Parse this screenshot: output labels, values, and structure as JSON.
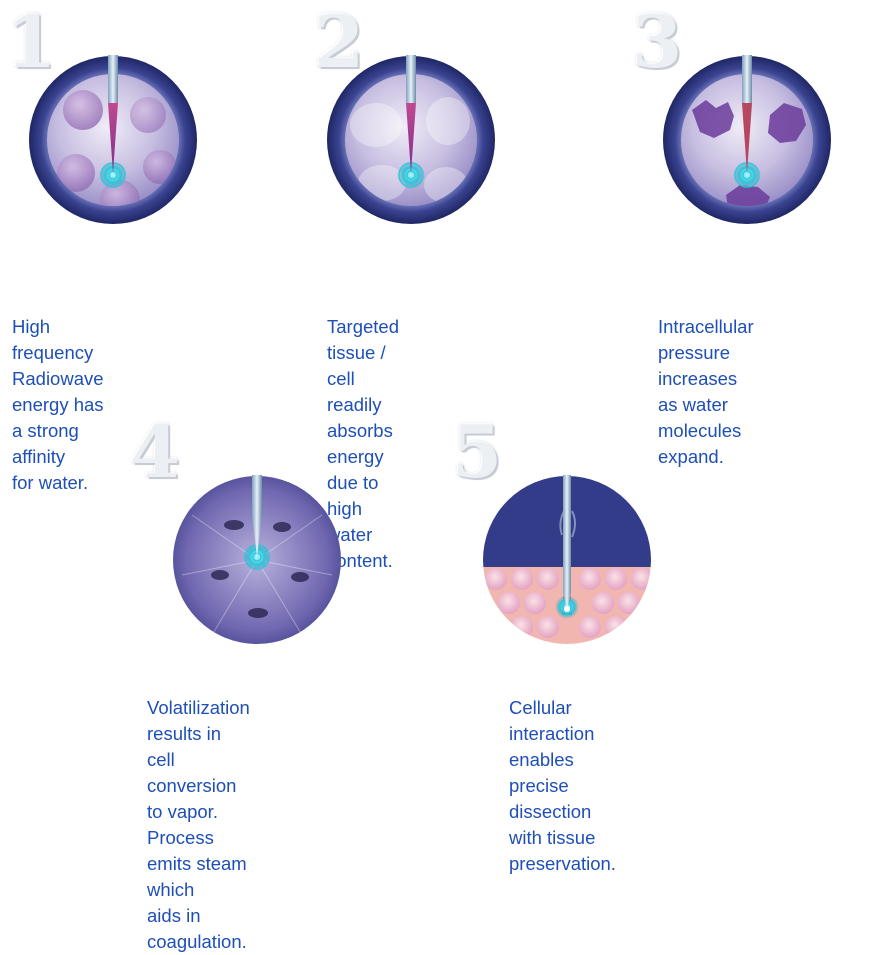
{
  "steps": [
    {
      "number": "1",
      "caption": "High frequency Radiowave\nenergy has a strong affinity\nfor water.",
      "illustration": "cells-with-probe"
    },
    {
      "number": "2",
      "caption": "Targeted tissue / cell\nreadily absorbs energy\ndue to high water content.",
      "illustration": "cells-absorbing-energy"
    },
    {
      "number": "3",
      "caption": "Intracellular pressure\nincreases as water\nmolecules expand.",
      "illustration": "cells-expanding"
    },
    {
      "number": "4",
      "caption": "Volatilization results in cell\nconversion to vapor.\nProcess emits steam which\naids in coagulation.",
      "illustration": "cells-volatilizing"
    },
    {
      "number": "5",
      "caption": "Cellular interaction\nenables precise\ndissection with tissue\npreservation.",
      "illustration": "tissue-dissection"
    }
  ],
  "colors": {
    "caption_text": "#1e4fb7",
    "outer_ring": "#343e8c",
    "probe_tip": "#9b3fa0",
    "energy_rings": "#2fc7d8",
    "tissue": "#f2b6b0",
    "sky": "#333c88"
  }
}
